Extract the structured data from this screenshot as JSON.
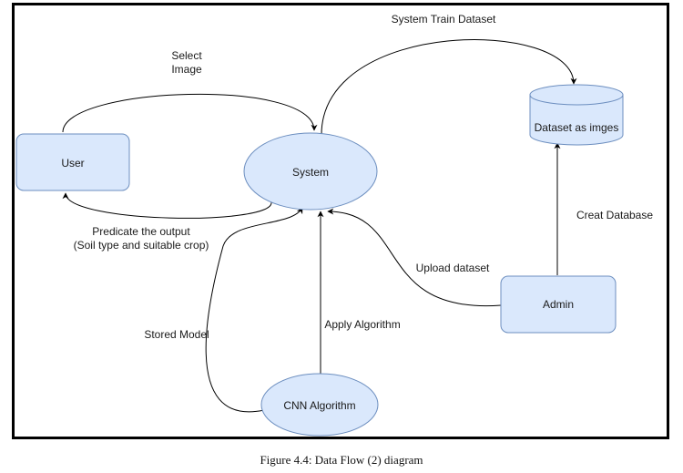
{
  "nodes": {
    "user": "User",
    "system": "System",
    "dataset": "Dataset as imges",
    "admin": "Admin",
    "cnn": "CNN Algorithm"
  },
  "edges": {
    "select_image_1": "Select",
    "select_image_2": "Image",
    "predicate_1": "Predicate the output",
    "predicate_2": "(Soil type and suitable crop)",
    "system_train": "System Train Dataset",
    "creat_database": "Creat Database",
    "upload_dataset": "Upload dataset",
    "stored_model": "Stored Model",
    "apply_algorithm": "Apply Algorithm"
  },
  "caption": "Figure 4.4: Data Flow (2) diagram",
  "colors": {
    "node_fill": "#dae8fc",
    "node_stroke": "#6c8ebf",
    "edge": "#000000"
  }
}
